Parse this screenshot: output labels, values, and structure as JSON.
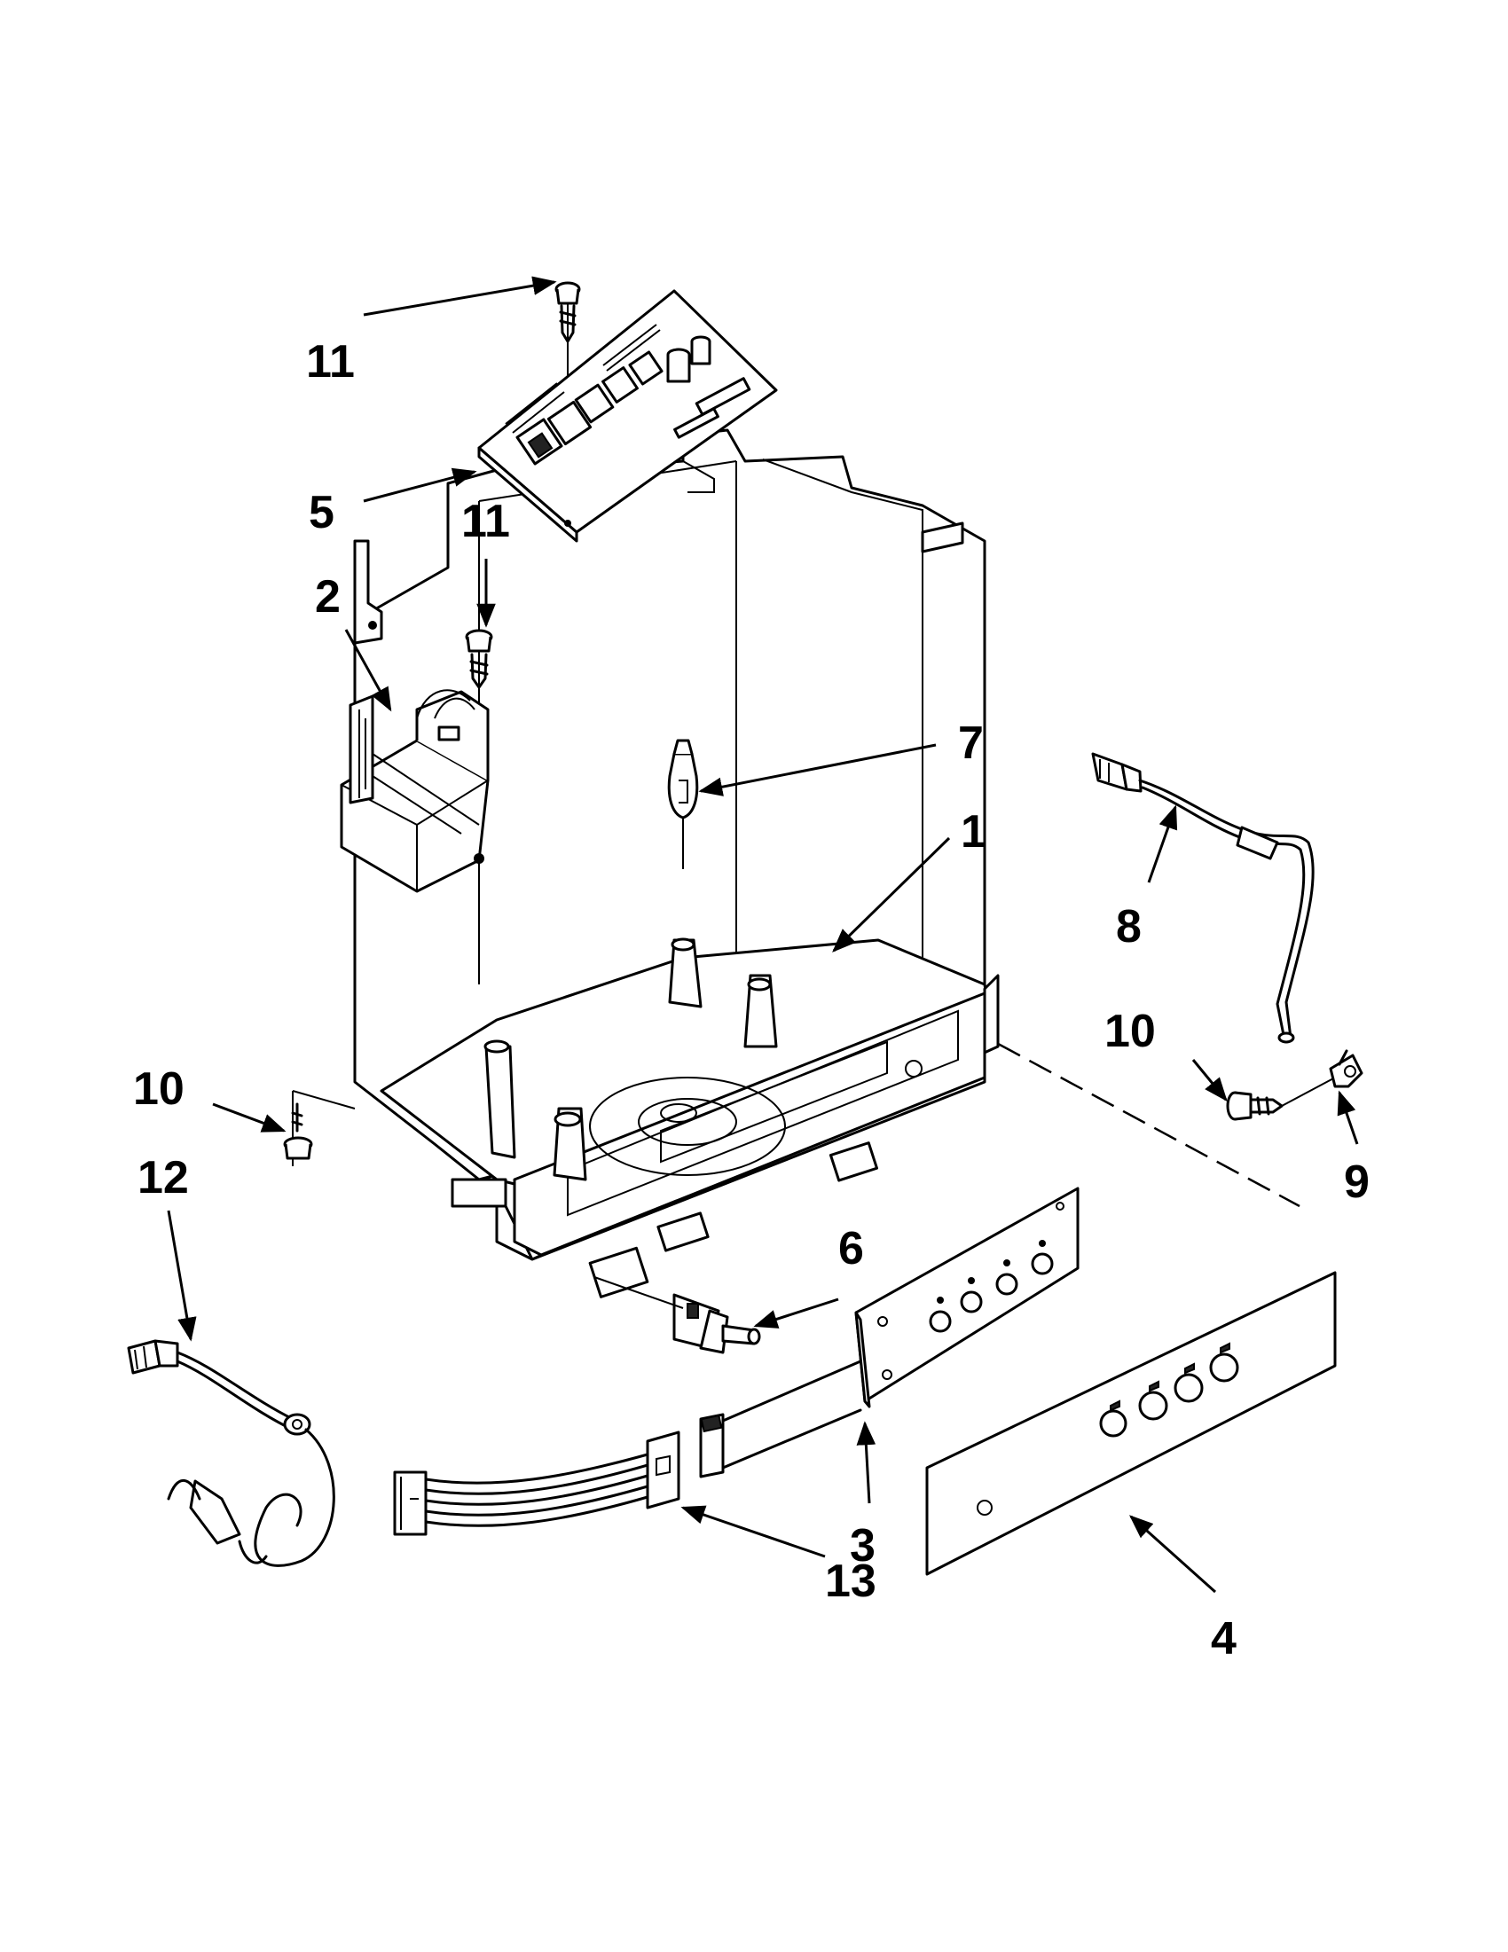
{
  "callouts": {
    "c1": "1",
    "c2": "2",
    "c3": "3",
    "c4": "4",
    "c5": "5",
    "c6": "6",
    "c7": "7",
    "c8": "8",
    "c9": "9",
    "c10a": "10",
    "c10b": "10",
    "c11a": "11",
    "c11b": "11",
    "c12": "12",
    "c13": "13"
  }
}
